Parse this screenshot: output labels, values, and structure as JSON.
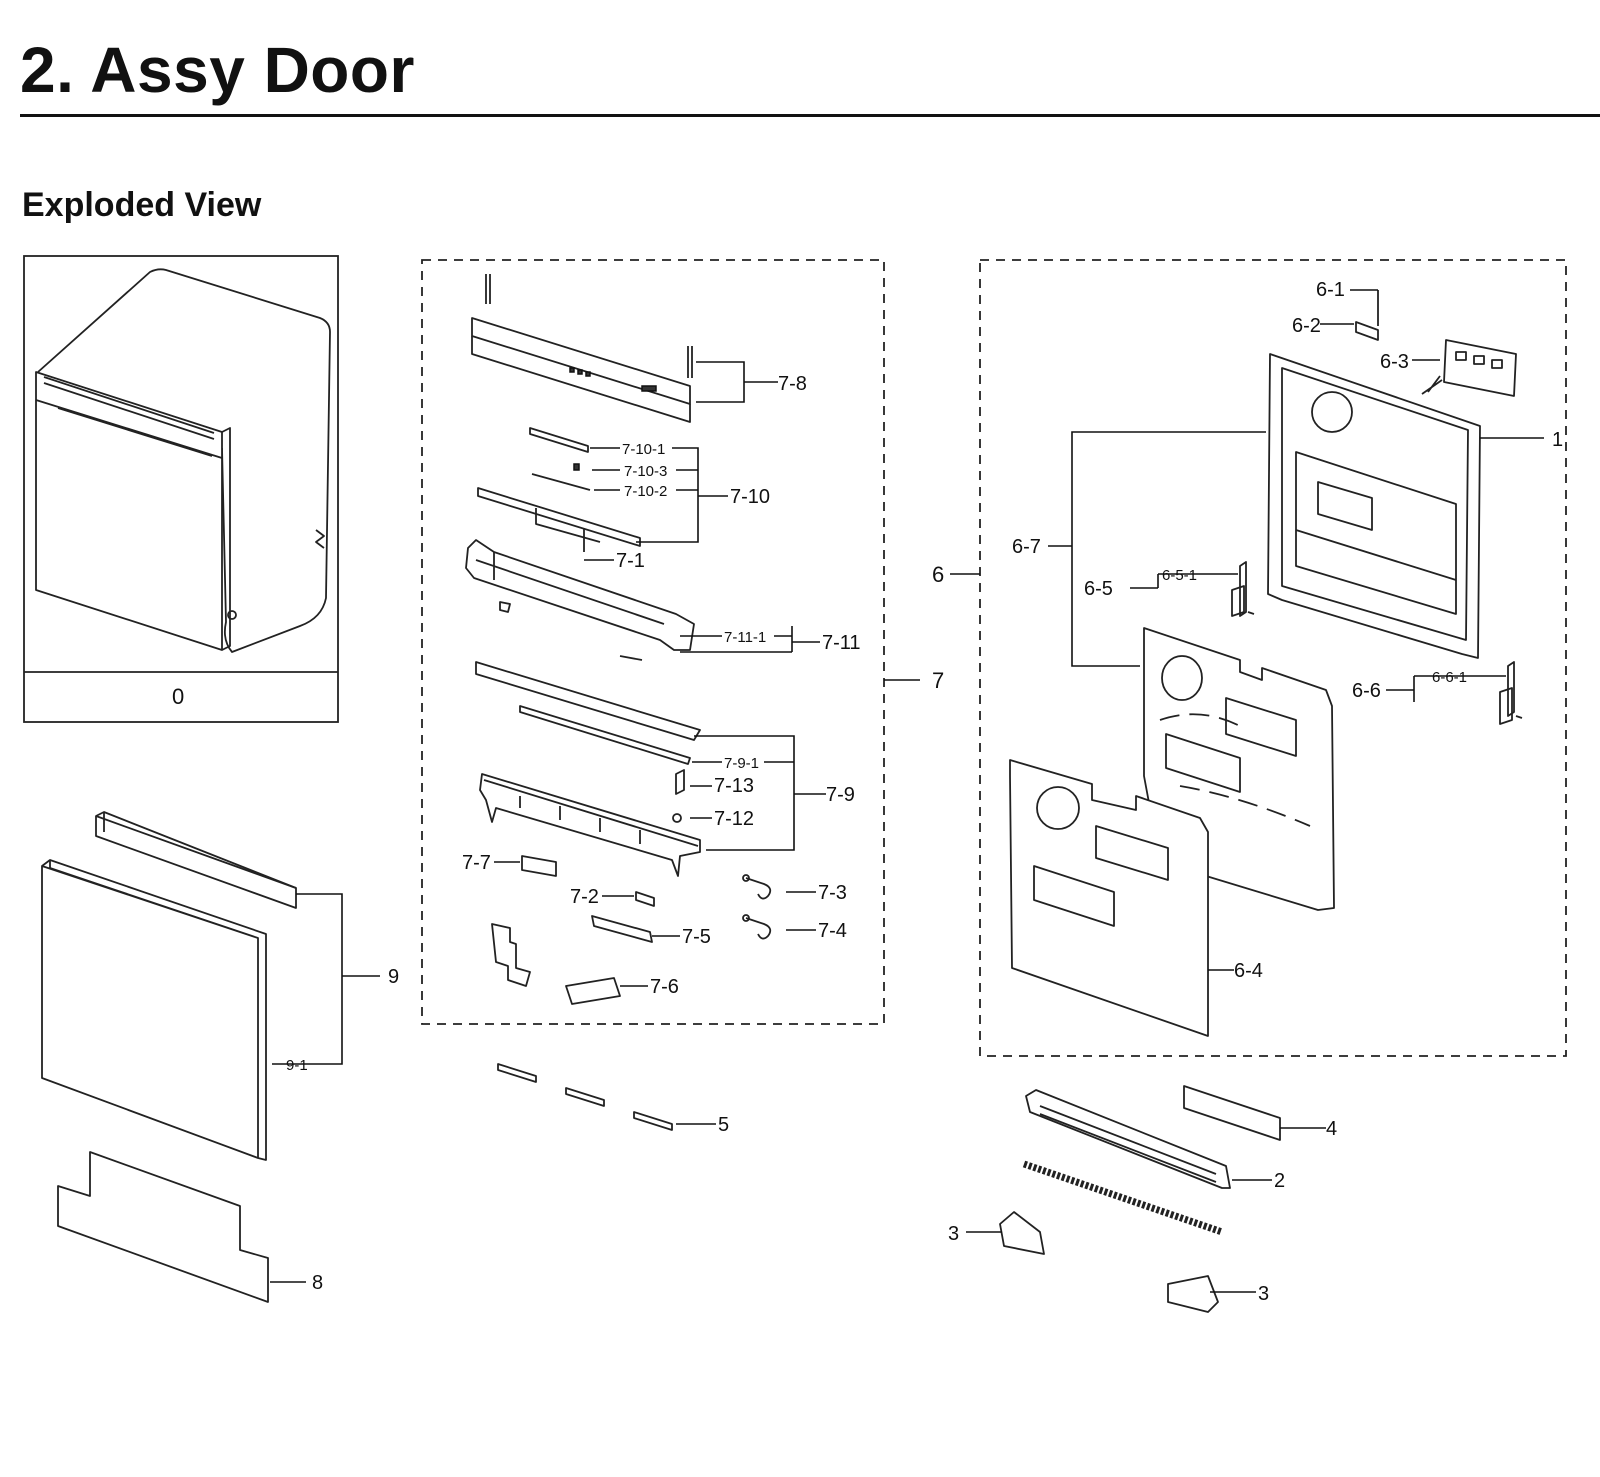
{
  "page": {
    "title": "2.  Assy Door",
    "section_heading": "Exploded View"
  },
  "overview": {
    "caption": "0"
  },
  "callouts": {
    "c1": "1",
    "c2": "2",
    "c3a": "3",
    "c3b": "3",
    "c4": "4",
    "c5": "5",
    "c6": "6",
    "c6_1": "6-1",
    "c6_2": "6-2",
    "c6_3": "6-3",
    "c6_4": "6-4",
    "c6_5": "6-5",
    "c6_5_1": "6-5-1",
    "c6_6": "6-6",
    "c6_6_1": "6-6-1",
    "c6_7": "6-7",
    "c7": "7",
    "c7_1": "7-1",
    "c7_2": "7-2",
    "c7_3": "7-3",
    "c7_4": "7-4",
    "c7_5": "7-5",
    "c7_6": "7-6",
    "c7_7": "7-7",
    "c7_8": "7-8",
    "c7_9": "7-9",
    "c7_9_1": "7-9-1",
    "c7_10": "7-10",
    "c7_10_1": "7-10-1",
    "c7_10_2": "7-10-2",
    "c7_10_3": "7-10-3",
    "c7_11": "7-11",
    "c7_11_1": "7-11-1",
    "c7_12": "7-12",
    "c7_13": "7-13",
    "c8": "8",
    "c9": "9",
    "c9_1": "9-1"
  },
  "icons": {
    "dishwasher": "dishwasher-illustration",
    "parts": "line-drawing-parts"
  }
}
